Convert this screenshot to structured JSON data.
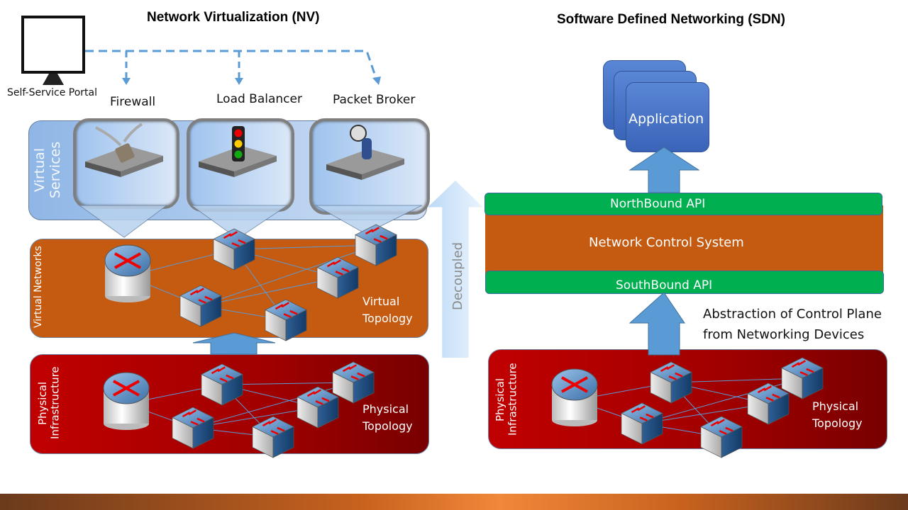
{
  "nv": {
    "title": "Network Virtualization (NV)",
    "portal_label": "Self-Service Portal",
    "services": [
      {
        "label": "Firewall",
        "icon": "padlock-switch-icon"
      },
      {
        "label": "Load Balancer",
        "icon": "traffic-light-switch-icon"
      },
      {
        "label": "Packet Broker",
        "icon": "robot-magnifier-switch-icon"
      }
    ],
    "virtual_services_label": "Virtual Services",
    "virtual_networks_label": "Virtual Networks",
    "virtual_topology_label": "Virtual Topology",
    "physical_infrastructure_label": "Physical Infrastructure",
    "physical_topology_label": "Physical Topology",
    "decoupled_label": "Decoupled"
  },
  "sdn": {
    "title": "Software Defined Networking (SDN)",
    "application_label": "Application",
    "northbound_label": "NorthBound API",
    "control_label": "Network Control System",
    "southbound_label": "SouthBound API",
    "abstraction_label_1": "Abstraction of Control Plane",
    "abstraction_label_2": "from Networking Devices",
    "physical_infrastructure_label": "Physical Infrastructure",
    "physical_topology_label": "Physical Topology"
  },
  "colors": {
    "virtual_services": "#9dc3e6",
    "virtual_networks": "#c55a11",
    "physical": "#c00000",
    "api_green": "#00b050",
    "arrow_blue": "#5b9bd5",
    "application": "#4472c4"
  }
}
